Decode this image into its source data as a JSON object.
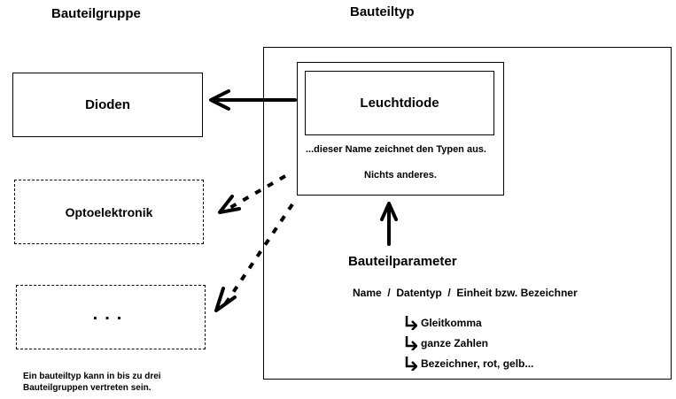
{
  "headings": {
    "group": "Bauteilgruppe",
    "type": "Bauteiltyp"
  },
  "groups": [
    {
      "label": "Dioden",
      "style": "solid"
    },
    {
      "label": "Optoelektronik",
      "style": "dashed"
    },
    {
      "label": "...",
      "style": "dashed"
    }
  ],
  "type_box": {
    "name": "Leuchtdiode",
    "note_line1": "...dieser Name zeichnet den Typen  aus.",
    "note_line2": "Nichts anderes."
  },
  "parameters": {
    "title": "Bauteilparameter",
    "columns": "Name  /  Datentyp  /  Einheit bzw. Bezeichner",
    "datatypes": [
      "Gleitkomma",
      "ganze Zahlen",
      "Bezeichner, rot, gelb..."
    ]
  },
  "footnote": {
    "line1": "Ein bauteiltyp kann in bis zu drei",
    "line2": "Bauteilgruppen vertreten sein."
  }
}
